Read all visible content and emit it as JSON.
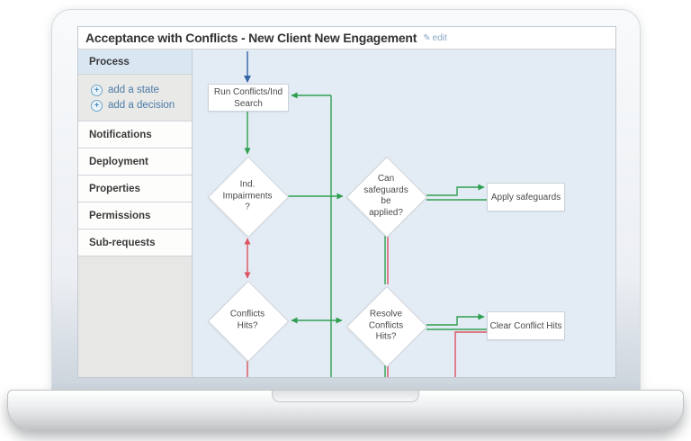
{
  "window": {
    "title": "Acceptance with Conflicts - New Client New Engagement",
    "edit_label": "edit",
    "edit_icon": "pencil-icon"
  },
  "sidebar": {
    "process_label": "Process",
    "add_links": [
      {
        "label": "add a state",
        "icon": "plus-icon"
      },
      {
        "label": "add a decision",
        "icon": "plus-icon"
      }
    ],
    "items": [
      {
        "label": "Notifications"
      },
      {
        "label": "Deployment"
      },
      {
        "label": "Properties"
      },
      {
        "label": "Permissions"
      },
      {
        "label": "Sub-requests"
      }
    ]
  },
  "flowchart": {
    "nodes": {
      "run_search": "Run Conflicts/Ind Search",
      "ind_impairments": "Ind. Impairments ?",
      "can_safeguards": "Can safeguards be applied?",
      "apply_safeguards": "Apply safeguards",
      "conflicts_hits": "Conflicts Hits?",
      "resolve_conflicts": "Resolve Conflicts Hits?",
      "clear_conflict_hits": "Clear Conflict Hits"
    }
  },
  "colors": {
    "flow_green": "#2f9e4f",
    "flow_red": "#dd5360",
    "flow_blue": "#3465a4",
    "canvas_bg": "#e3ecf5",
    "process_bg": "#d9e7f3"
  }
}
